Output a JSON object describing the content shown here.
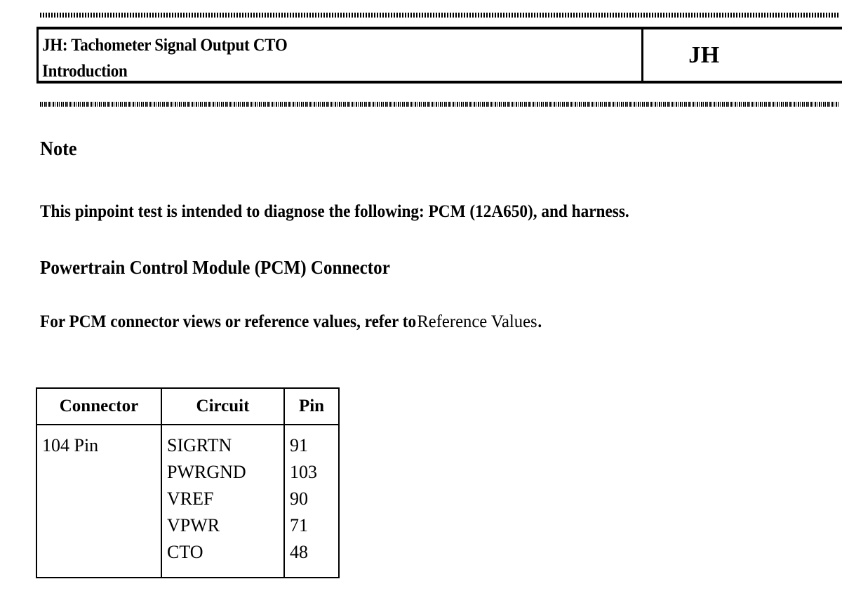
{
  "header": {
    "title_line1": "JH: Tachometer Signal Output CTO",
    "title_line2": "Introduction",
    "code": "JH"
  },
  "body": {
    "note_heading": "Note",
    "note_paragraph": "This pinpoint test is intended to diagnose the following: PCM (12A650), and harness.",
    "section_heading": "Powertrain Control Module (PCM) Connector",
    "reference_text_before": "For PCM connector views or reference values, refer to",
    "reference_link": "Reference Values",
    "reference_text_after": "."
  },
  "pin_table": {
    "columns": [
      "Connector",
      "Circuit",
      "Pin"
    ],
    "connector": "104 Pin",
    "circuits": [
      "SIGRTN",
      "PWRGND",
      "VREF",
      "VPWR",
      "CTO"
    ],
    "pins": [
      "91",
      "103",
      "90",
      "71",
      "48"
    ]
  },
  "colors": {
    "ink": "#000000",
    "page": "#ffffff"
  }
}
